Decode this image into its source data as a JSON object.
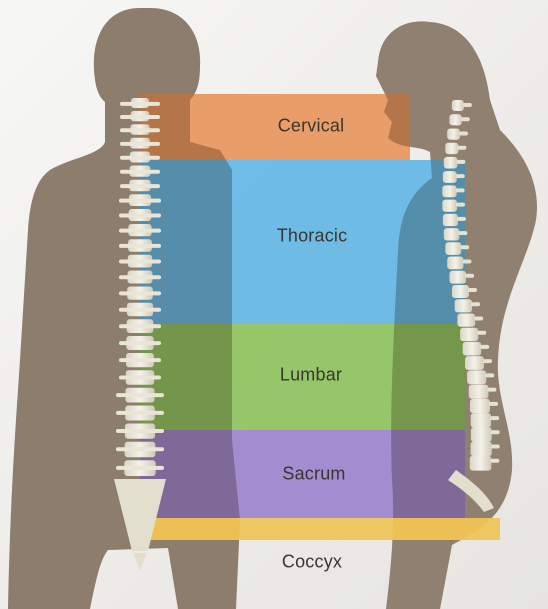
{
  "regions": [
    {
      "key": "cervical",
      "label": "Cervical",
      "color": "#e8935a"
    },
    {
      "key": "thoracic",
      "label": "Thoracic",
      "color": "#5fb6e6"
    },
    {
      "key": "lumbar",
      "label": "Lumbar",
      "color": "#8cc35c"
    },
    {
      "key": "sacrum",
      "label": "Sacrum",
      "color": "#9b82cc"
    },
    {
      "key": "coccyx",
      "label": "Coccyx",
      "color": "#f0c353"
    }
  ]
}
